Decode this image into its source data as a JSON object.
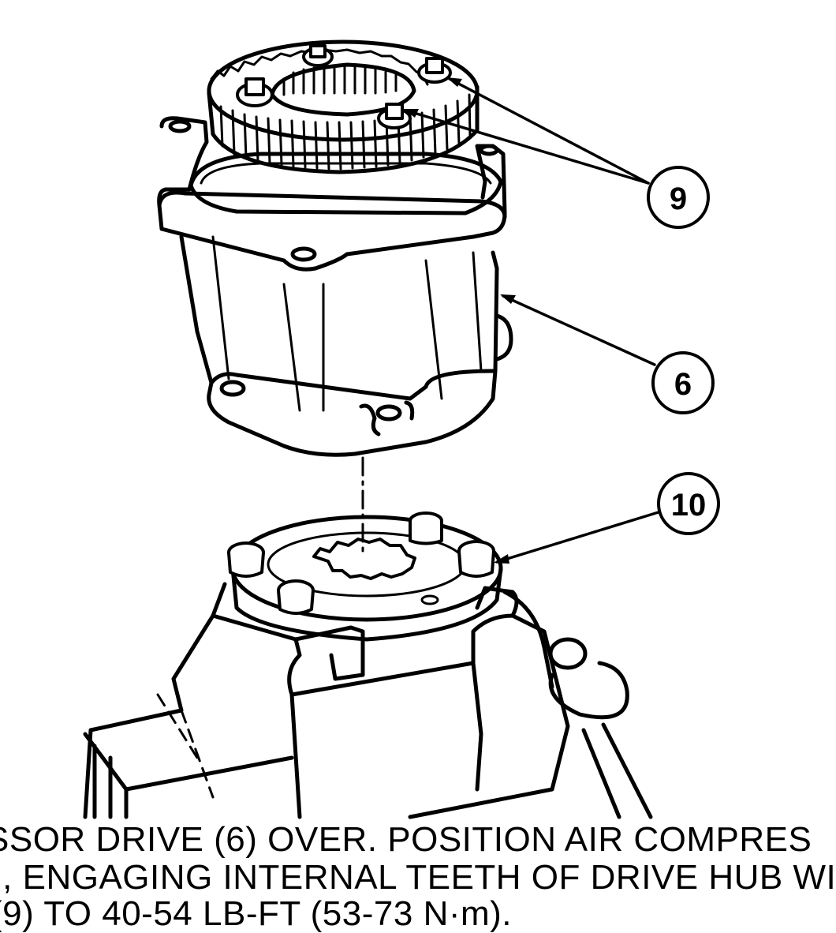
{
  "figure": {
    "callouts": [
      {
        "id": "callout-9",
        "label": "9"
      },
      {
        "id": "callout-6",
        "label": "6"
      },
      {
        "id": "callout-10",
        "label": "10"
      }
    ],
    "parts": {
      "gear": "drive-hub-gear",
      "housing": "air-compressor-drive-housing",
      "base": "vise-mounted-base"
    }
  },
  "caption": {
    "line1": "SSOR DRIVE (6) OVER. POSITION AIR COMPRES",
    "line2": "), ENGAGING INTERNAL TEETH OF DRIVE HUB WI",
    "line3": "(9) TO 40-54 LB-FT (53-73 N·m)."
  },
  "colors": {
    "ink": "#000000",
    "paper": "#ffffff"
  }
}
